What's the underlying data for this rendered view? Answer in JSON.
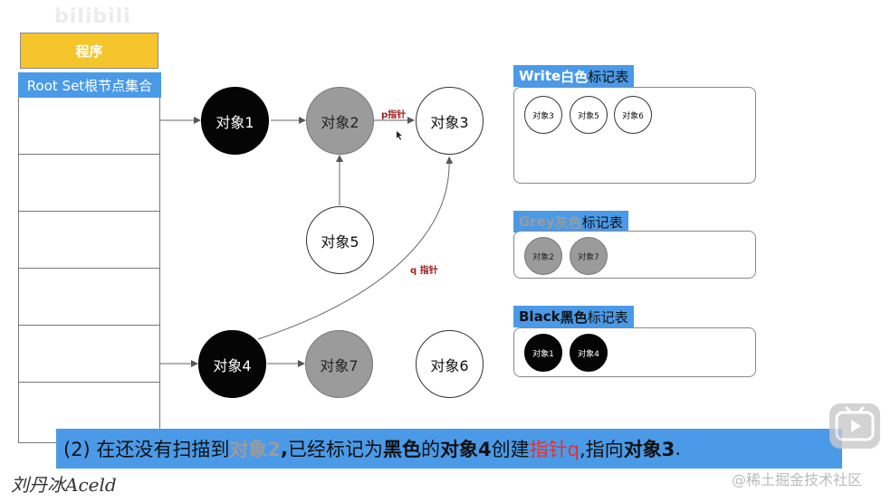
{
  "watermark_logo": "bilibili",
  "root_set": {
    "program_label": "程序",
    "root_set_label": "Root Set根节点集合",
    "rows": 6
  },
  "objects": {
    "obj1": "对象1",
    "obj2": "对象2",
    "obj3": "对象3",
    "obj4": "对象4",
    "obj5": "对象5",
    "obj6": "对象6",
    "obj7": "对象7"
  },
  "edges": {
    "p_pointer": "p指针",
    "q_pointer": "q 指针"
  },
  "legends": {
    "white": {
      "en": "Write",
      "cn_color": " 白色",
      "suffix": "标记表",
      "items": [
        "对象3",
        "对象5",
        "对象6"
      ]
    },
    "grey": {
      "en": "Grey",
      "cn_color": " 灰色",
      "suffix": "标记表",
      "items": [
        "对象2",
        "对象7"
      ]
    },
    "black": {
      "en": "Black",
      "cn_color": " 黑色",
      "suffix": "标记表",
      "items": [
        "对象1",
        "对象4"
      ]
    }
  },
  "caption": {
    "p1": "(2) 在还没有扫描到",
    "p2": "对象2",
    "p3": ",",
    "p4": "已经标记为",
    "p5": "黑色",
    "p6": "的",
    "p7": "对象4",
    "p8": "创建",
    "p9": "指针q",
    "p10": ",指向",
    "p11": "对象3",
    "p12": "."
  },
  "signature": "刘丹冰Aceld",
  "juejin_watermark": "@稀土掘金技术社区",
  "colors": {
    "accent_blue": "#4a9ae8",
    "program_yellow": "#f5c52b",
    "black_obj": "#050505",
    "grey_obj": "#9b9b9b",
    "pointer_red": "#a32020"
  }
}
